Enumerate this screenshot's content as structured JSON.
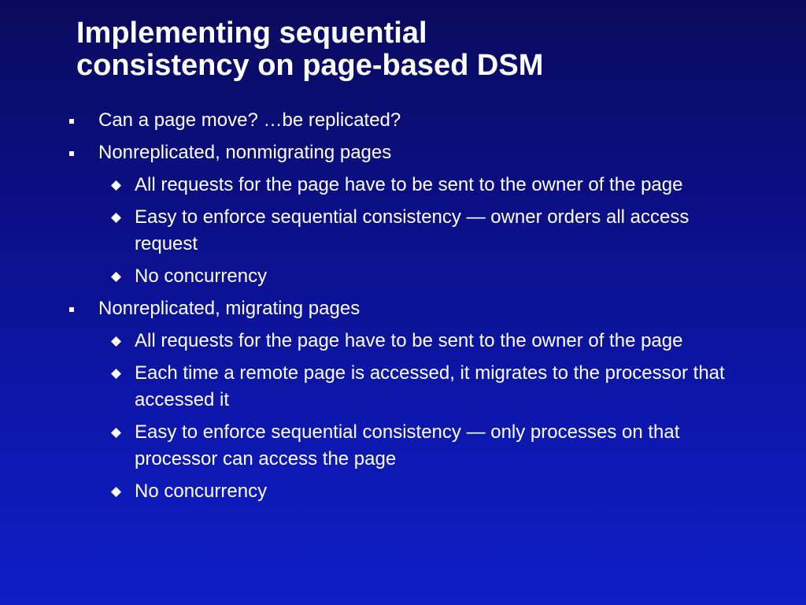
{
  "slide": {
    "title_line1": "Implementing sequential",
    "title_line2": "consistency on page-based DSM",
    "items": [
      {
        "text": "Can a page move?  …be replicated?"
      },
      {
        "text": "Nonreplicated, nonmigrating pages"
      },
      {
        "text": "All requests for the page have to be sent to the owner of the page"
      },
      {
        "text": "Easy to enforce sequential consistency — owner orders all access request"
      },
      {
        "text": "No concurrency"
      },
      {
        "text": "Nonreplicated, migrating pages"
      },
      {
        "text": "All requests for the page have to be sent to the owner of the page"
      },
      {
        "text": "Each time a remote page is accessed, it migrates to the processor that accessed it"
      },
      {
        "text": "Easy to enforce sequential consistency — only processes on that processor can access the page"
      },
      {
        "text": "No concurrency"
      }
    ]
  },
  "colors": {
    "background_top": "#0a0a5c",
    "background_bottom": "#0f1fc6",
    "text": "#ffffff"
  },
  "icons": {
    "level1_bullet": "square-bullet-icon",
    "level2_bullet": "diamond-bullet-icon"
  }
}
